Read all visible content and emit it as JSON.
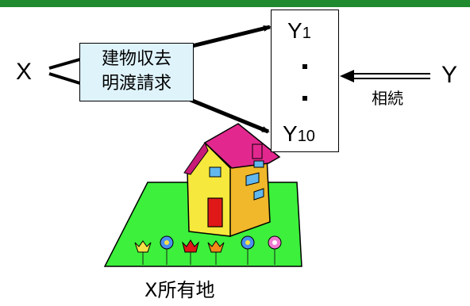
{
  "party_x": "X",
  "party_y": "Y",
  "claim_lines": [
    "建物収去",
    "明渡請求"
  ],
  "heir_first": {
    "letter": "Y",
    "number": "1"
  },
  "heir_dots": [
    "・",
    "・"
  ],
  "heir_last": {
    "letter": "Y",
    "number": "10"
  },
  "inheritance_label": "相続",
  "land_label": "X所有地",
  "colors": {
    "top_bar": "#1f8a2e",
    "claim_box_fill": "#dff3fb",
    "land_green": "#3cf03c",
    "house_wall": "#f6e83c",
    "roof": "#e2288e",
    "door": "#e01818"
  }
}
